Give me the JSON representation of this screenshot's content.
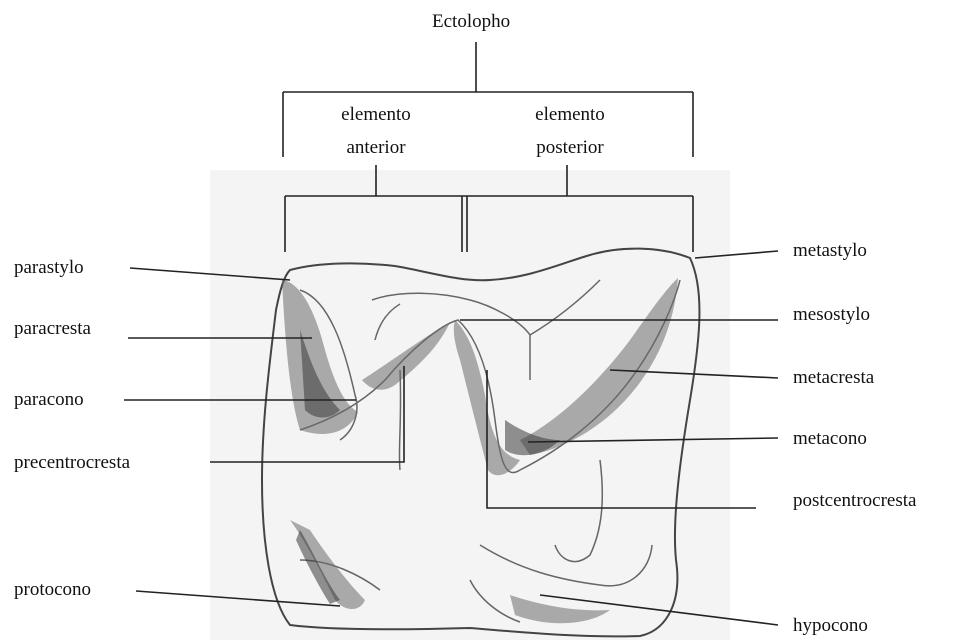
{
  "labels": {
    "ectolopho": "Ectolopho",
    "elemento_anterior": [
      "elemento",
      "anterior"
    ],
    "elemento_posterior": [
      "elemento",
      "posterior"
    ],
    "left": [
      "parastylo",
      "paracresta",
      "paracono",
      "precentrocresta",
      "protocono"
    ],
    "right": [
      "metastylo",
      "mesostylo",
      "metacresta",
      "metacono",
      "postcentrocresta",
      "hypocono"
    ]
  }
}
